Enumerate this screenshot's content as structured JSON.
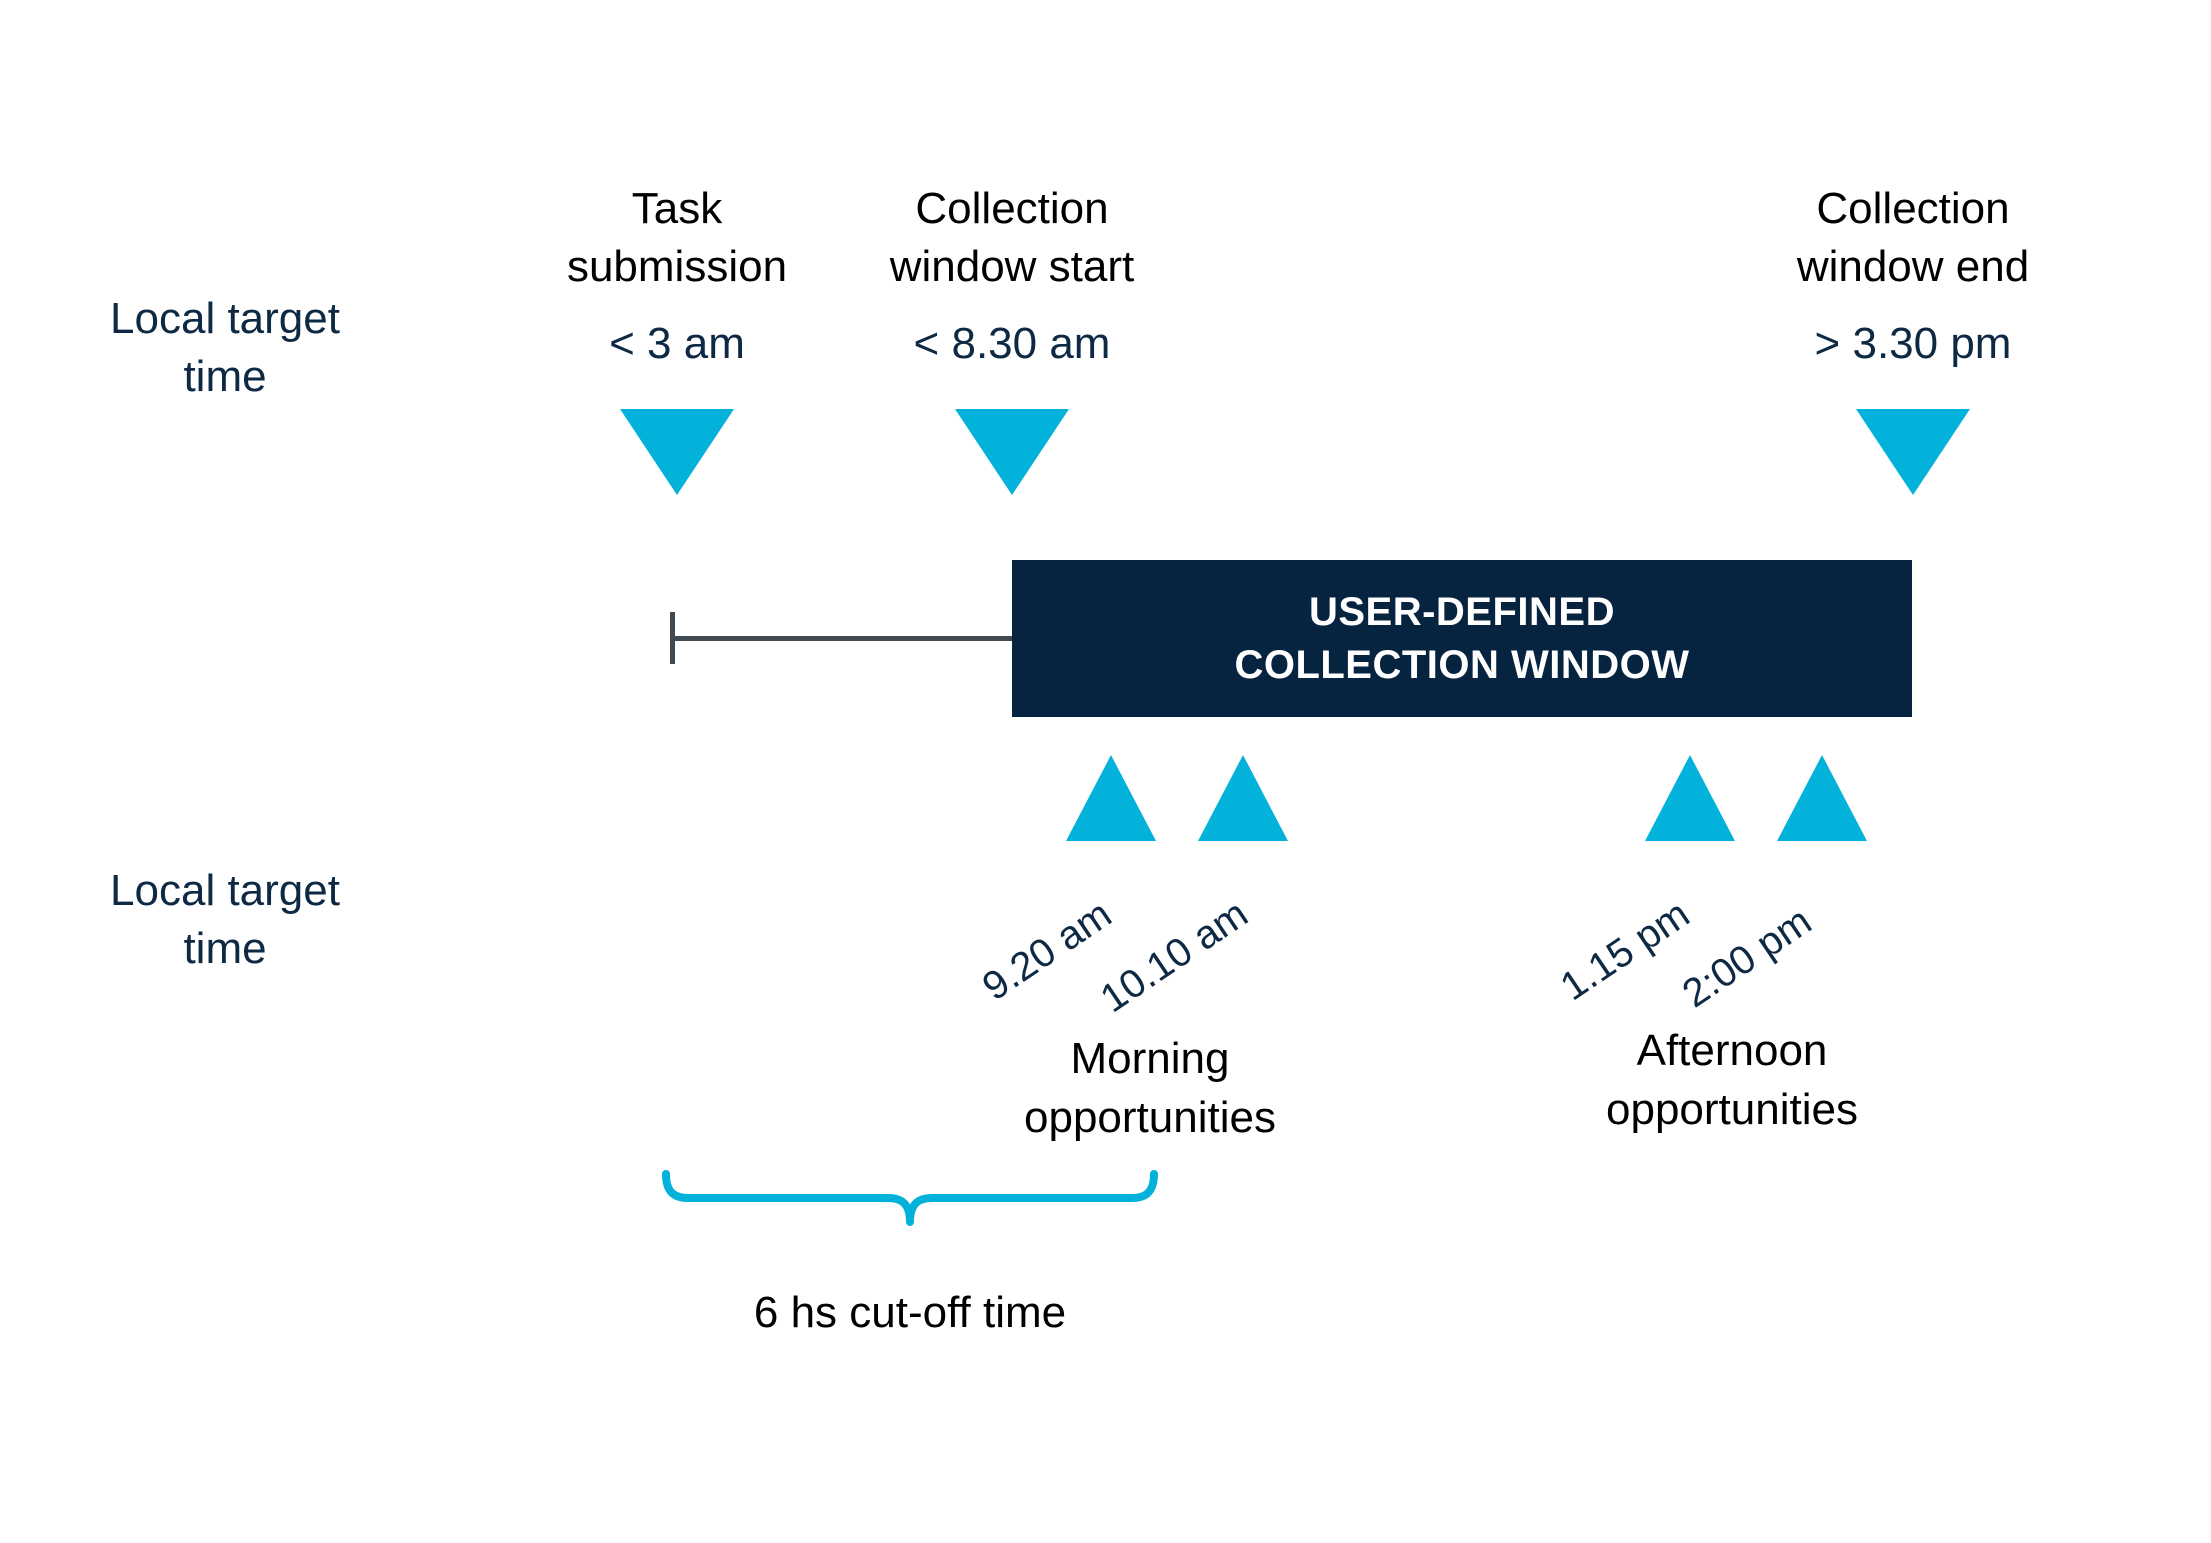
{
  "diagram": {
    "title_bar": {
      "line1": "USER-DEFINED",
      "line2": "COLLECTION WINDOW",
      "text": "USER-DEFINED\nCOLLECTION WINDOW"
    },
    "axis_labels": {
      "top": "Local target\ntime",
      "bottom": "Local target\ntime"
    },
    "top_markers": [
      {
        "title": "Task\nsubmission",
        "time": "< 3 am",
        "marker": "down-triangle"
      },
      {
        "title": "Collection\nwindow start",
        "time": "< 8.30 am",
        "marker": "down-triangle"
      },
      {
        "title": "Collection\nwindow end",
        "time": "> 3.30 pm",
        "marker": "down-triangle"
      }
    ],
    "opportunity_groups": [
      {
        "label": "Morning\nopportunities",
        "slots": [
          {
            "time": "9.20 am",
            "marker": "up-triangle"
          },
          {
            "time": "10.10 am",
            "marker": "up-triangle"
          }
        ]
      },
      {
        "label": "Afternoon\nopportunities",
        "slots": [
          {
            "time": "1.15 pm",
            "marker": "up-triangle"
          },
          {
            "time": "2:00 pm",
            "marker": "up-triangle"
          }
        ]
      }
    ],
    "cutoff": {
      "label": "6 hs cut-off time",
      "brace": "curly-brace-down"
    },
    "colors": {
      "accent_cyan": "#03b2da",
      "navy": "#06243f",
      "text_navy": "#0d2943",
      "text_black": "#000000",
      "leader_gray": "#3f4a53",
      "background": "#ffffff"
    }
  }
}
